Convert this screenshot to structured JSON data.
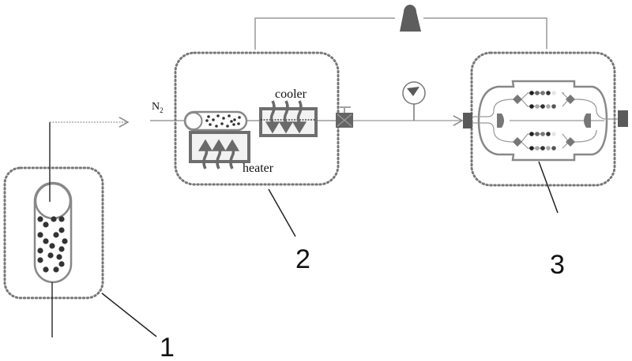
{
  "labels": {
    "gas": "N",
    "gas_subscript": "2",
    "cooler": "cooler",
    "heater": "heater",
    "unit_1": "1",
    "unit_2": "2",
    "unit_3": "3"
  },
  "colors": {
    "outline": "#7a7a7a",
    "dark_fill": "#5a5a5a",
    "particle": "#333333",
    "line": "#999999",
    "text": "#111111"
  }
}
